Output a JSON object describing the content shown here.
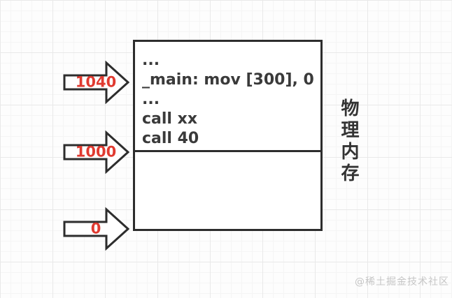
{
  "diagram": {
    "memory_box": {
      "code_lines": {
        "line1": "...",
        "line2": "_main: mov [300], 0",
        "line3": "...",
        "line4": "call xx",
        "line5": "call 40"
      }
    },
    "address_arrows": [
      {
        "label": "1040"
      },
      {
        "label": "1000"
      },
      {
        "label": "0"
      }
    ],
    "side_label": "物理内存",
    "watermark": "@稀土掘金技术社区",
    "colors": {
      "outline": "#2d2d2d",
      "address_text": "#e03a30",
      "code_text": "#3a3a3a",
      "watermark_text": "#c6c6c6"
    }
  }
}
